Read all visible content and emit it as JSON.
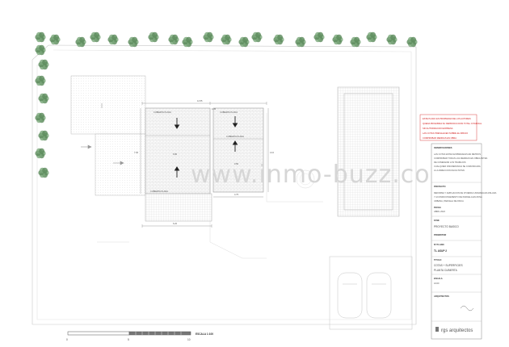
{
  "watermark": "www.inmo-buzz.com",
  "notice": {
    "lines": [
      "ESTE PLANO ES PROPIEDAD DE LOS AUTORES",
      "QUEDA PROHIBIDA SU REPRODUCCION TOTAL O PARCIAL",
      "SIN AUTORIZACION EXPRESA",
      "LAS COTAS PREVALECEN SOBRE EL DIBUJO",
      "COMPROBAR MEDIDAS EN OBRA"
    ]
  },
  "title_block": {
    "observations_label": "OBSERVACIONES",
    "observations_lines": [
      "LAS COTAS ESTAN EXPRESADAS EN METROS",
      "COMPROBAR TODAS LAS MEDIDAS EN OBRA ANTES",
      "DE COMENZAR LOS TRABAJOS",
      "CUALQUIER DISCREPANCIA SE COMUNICARA",
      "A LA DIRECCION FACULTATIVA"
    ],
    "project_label": "PROYECTO",
    "project_lines": [
      "REFORMA Y AMPLIACION DE VIVIENDA UNIFAMILIAR AISLADA",
      "Y ACONDICIONAMIENTO DE PARCELA EN ZONA",
      "URBANA, PARCELA DE FINCA"
    ],
    "date_label": "FECHA",
    "date_value": "ABRIL 2022",
    "phase_label": "FASE",
    "phase_value": "PROYECTO BASICO",
    "promoter_label": "PROMOTOR",
    "plan_no_label": "Nº PLANO",
    "plan_no_value": "TL ASUP 2",
    "title_label": "TITULO",
    "title_lines": [
      "COTAS + SUPERFICIES",
      "PLANTA CUBIERTA"
    ],
    "scale_label": "ESCALA",
    "scale_value": "1/100",
    "architects_label": "ARQUITECTOS",
    "firm_name": "rgs arquitectos"
  },
  "scale_bar": {
    "label": "ESCALA  1:100",
    "ticks": [
      "0",
      "5",
      "10"
    ]
  },
  "slope_labels": [
    "CUBIERTA PLANA",
    "CUBIERTA PLANA",
    "CUBIERTA PLANA",
    "CUBIERTA PLANA"
  ],
  "dimension_labels": [
    "12.55",
    "6.20",
    "4.75",
    "7.00",
    "4.10",
    "6.80",
    "3.50",
    "1.05"
  ]
}
